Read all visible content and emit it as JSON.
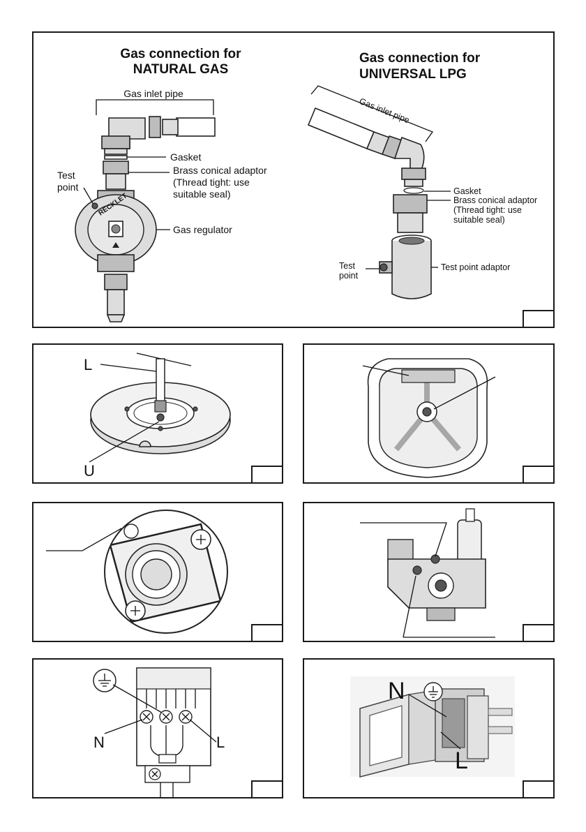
{
  "main_figure": {
    "natural_gas": {
      "title_line1": "Gas connection for",
      "title_line2": "NATURAL GAS",
      "inlet_pipe": "Gas inlet pipe",
      "gasket": "Gasket",
      "adaptor_line1": "Brass conical adaptor",
      "adaptor_line2": "(Thread tight: use",
      "adaptor_line3": "suitable seal)",
      "test_point_line1": "Test",
      "test_point_line2": "point",
      "regulator": "Gas regulator",
      "regulator_brand": "RECKLET"
    },
    "lpg": {
      "title_line1": "Gas connection for",
      "title_line2": "UNIVERSAL LPG",
      "inlet_pipe": "Gas inlet pipe",
      "gasket": "Gasket",
      "adaptor_line1": "Brass conical adaptor",
      "adaptor_line2": "(Thread tight: use",
      "adaptor_line3": "suitable seal)",
      "test_point_line1": "Test",
      "test_point_line2": "point",
      "test_point_adaptor": "Test point adaptor"
    }
  },
  "burner_figure": {
    "label_l": "L",
    "label_u": "U"
  },
  "wiring_terminal": {
    "label_n": "N",
    "label_l": "L",
    "earth_symbol": "earth-icon"
  },
  "wiring_box": {
    "label_n": "N",
    "label_l": "L",
    "earth_symbol": "earth-icon"
  }
}
